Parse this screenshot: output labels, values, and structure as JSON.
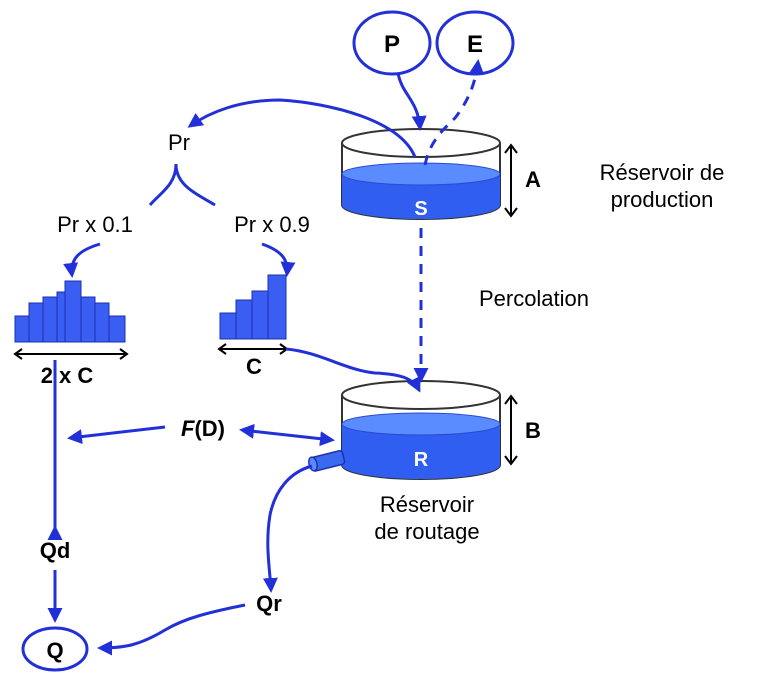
{
  "colors": {
    "stroke_blue": "#2230d8",
    "water_top": "#5a8cff",
    "water_body": "#2f5ef0",
    "bar_fill": "#3a5ef2",
    "text": "#000000"
  },
  "inputs": {
    "p": "P",
    "e": "E"
  },
  "production_store": {
    "symbol": "S",
    "height_label": "A",
    "caption_line1": "Réservoir de",
    "caption_line2": "production"
  },
  "routing_store": {
    "symbol": "R",
    "height_label": "B",
    "caption_line1": "Réservoir",
    "caption_line2": "de routage"
  },
  "split": {
    "pr": "Pr",
    "fast_fraction": "Pr x 0.1",
    "slow_fraction": "Pr x 0.9"
  },
  "unit_hydrographs": {
    "uh2_label": "2 x C",
    "uh1_label": "C"
  },
  "percolation": "Percolation",
  "exchange": {
    "f": "F",
    "arg": "(D)"
  },
  "flows": {
    "qd": "Qd",
    "qr": "Qr",
    "q": "Q"
  }
}
